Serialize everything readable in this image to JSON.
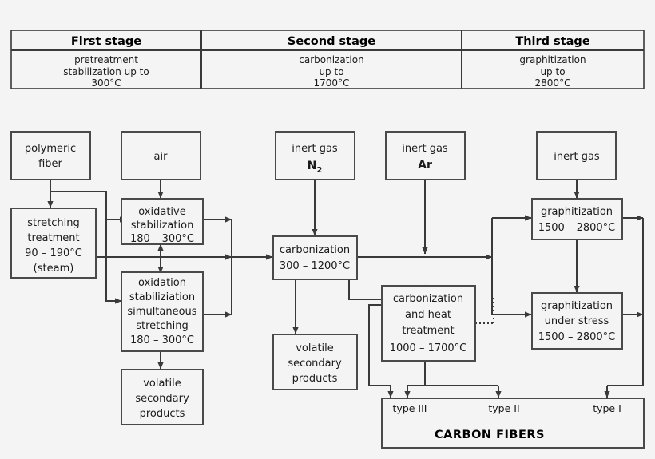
{
  "stage_table": {
    "columns": [
      {
        "header": "First stage",
        "lines": [
          "pretreatment",
          "stabilization up to",
          "300°C"
        ]
      },
      {
        "header": "Second stage",
        "lines": [
          "carbonization",
          "up to",
          "1700°C"
        ]
      },
      {
        "header": "Third stage",
        "lines": [
          "graphitization",
          "up to",
          "2800°C"
        ]
      }
    ]
  },
  "nodes": {
    "polymeric_fiber": {
      "lines": [
        "polymeric",
        "fiber"
      ]
    },
    "air": {
      "lines": [
        "air"
      ]
    },
    "inert_gas_n2": {
      "lines": [
        "inert gas"
      ],
      "formula": "N",
      "formula_sub": "2"
    },
    "inert_gas_ar": {
      "lines": [
        "inert gas"
      ],
      "formula": "Ar"
    },
    "inert_gas_right": {
      "lines": [
        "inert gas"
      ]
    },
    "stretching": {
      "lines": [
        "stretching",
        "treatment",
        "90 – 190°C",
        "(steam)"
      ]
    },
    "oxidative_stab": {
      "lines": [
        "oxidative",
        "stabilization",
        "180 – 300°C"
      ]
    },
    "oxidation_stab": {
      "lines": [
        "oxidation",
        "stabiliziation",
        "simultaneous",
        "stretching",
        "180 – 300°C"
      ]
    },
    "volatile_left": {
      "lines": [
        "volatile",
        "secondary",
        "products"
      ]
    },
    "carbonization": {
      "lines": [
        "carbonization",
        "300 – 1200°C"
      ]
    },
    "volatile_mid": {
      "lines": [
        "volatile",
        "secondary",
        "products"
      ]
    },
    "carb_heat": {
      "lines": [
        "carbonization",
        "and heat",
        "treatment",
        "1000 – 1700°C"
      ]
    },
    "graphitization": {
      "lines": [
        "graphitization",
        "1500 – 2800°C"
      ]
    },
    "graph_stress": {
      "lines": [
        "graphitization",
        "under stress",
        "1500 – 2800°C"
      ]
    }
  },
  "product": {
    "type_iii": "type III",
    "type_ii": "type II",
    "type_i": "type I",
    "title": "CARBON FIBERS"
  },
  "colors": {
    "background": "#f4f4f4",
    "box_fill": "#f4f4f4",
    "box_stroke": "#4a4a4a",
    "line": "#3a3a3a",
    "text": "#1a1a1a"
  }
}
